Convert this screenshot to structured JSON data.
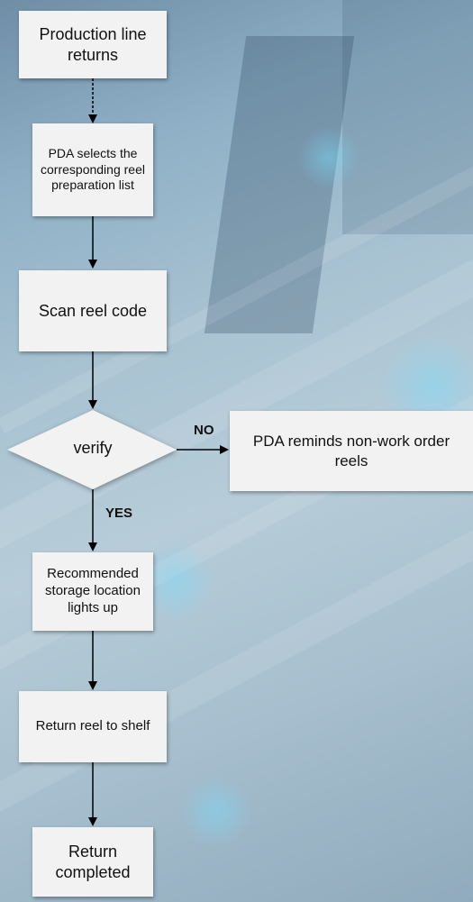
{
  "diagram": {
    "nodes": {
      "production_line_returns": "Production line returns",
      "pda_selects_list": "PDA selects the corresponding reel preparation list",
      "scan_reel_code": "Scan reel code",
      "verify": "verify",
      "pda_reminds": "PDA reminds non-work order reels",
      "storage_lights_up": "Recommended storage location lights up",
      "return_reel": "Return reel to shelf",
      "return_completed": "Return completed"
    },
    "edges": {
      "no_label": "NO",
      "yes_label": "YES"
    },
    "colors": {
      "box_fill": "#f2f2f2",
      "arrow": "#000000",
      "background": "#a9c3d2"
    }
  }
}
